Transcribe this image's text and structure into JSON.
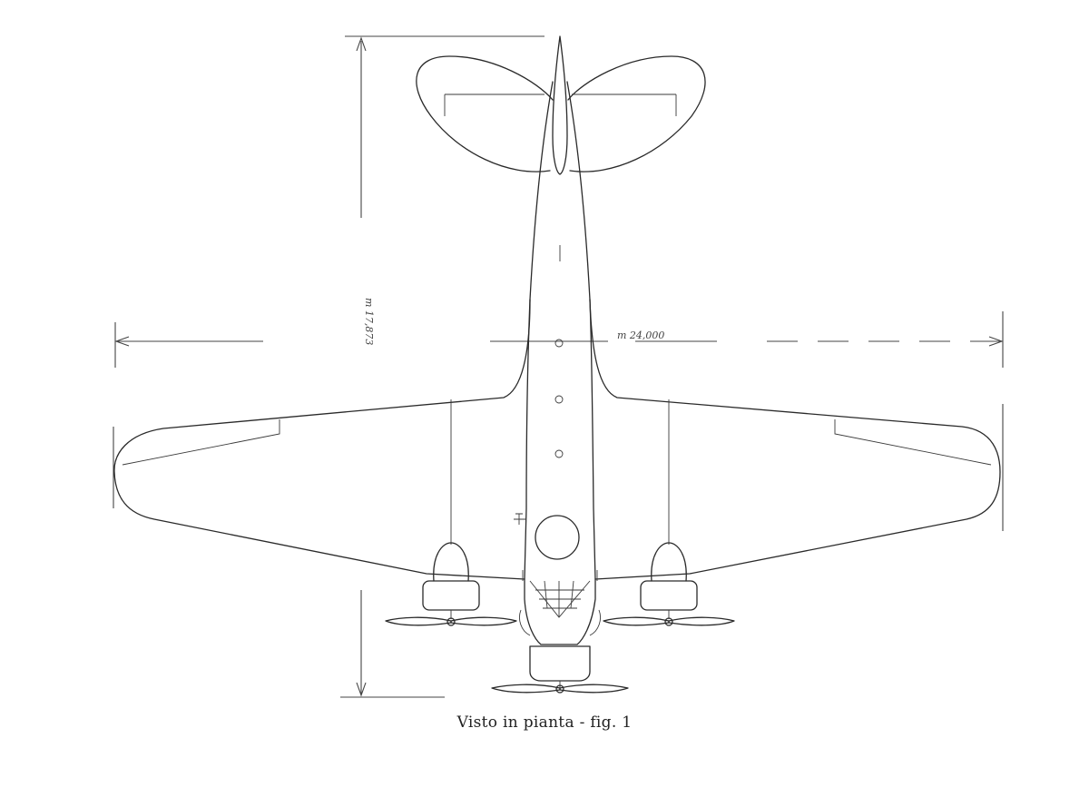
{
  "figure": {
    "caption": "Visto in pianta - fig. 1",
    "dimension_span": "m 24,000",
    "dimension_length": "m 17,873"
  },
  "colors": {
    "line": "#2a2a2a",
    "paper": "#ffffff"
  }
}
